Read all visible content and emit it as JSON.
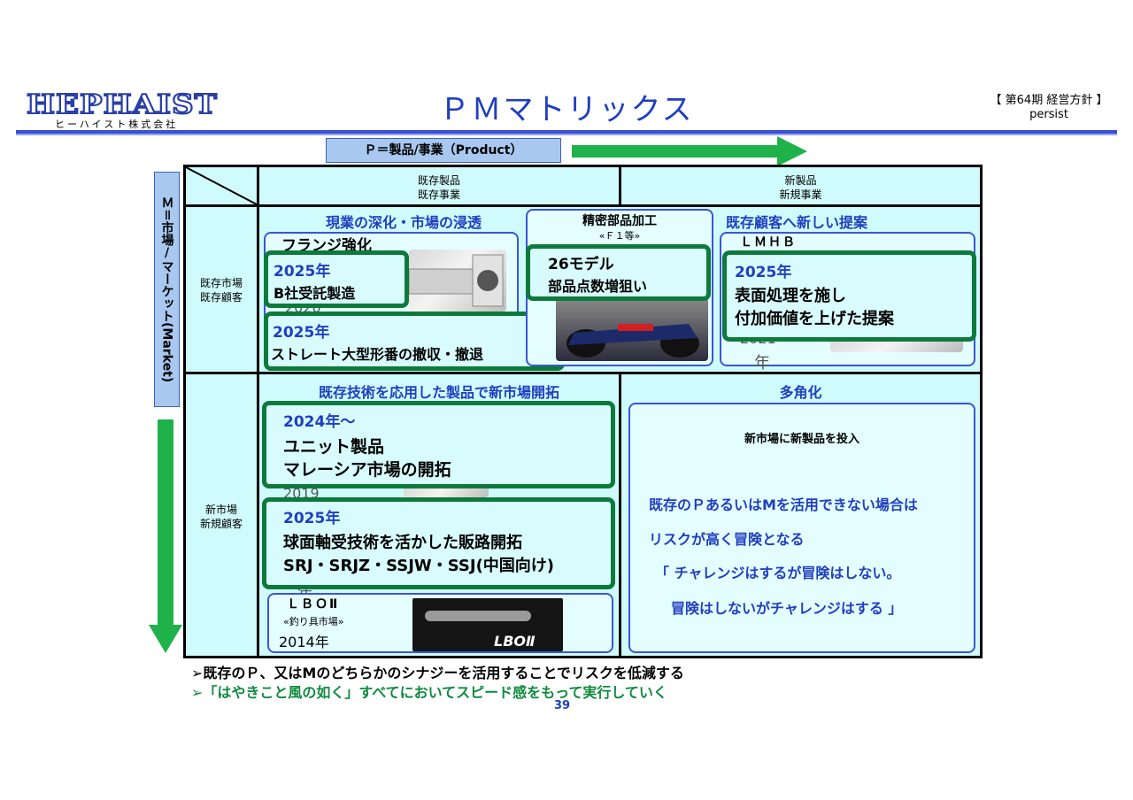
{
  "header": {
    "logo_text": "HEPHAIST",
    "logo_sub": "ヒーハイスト株式会社",
    "title": "ＰＭマトリックス",
    "term": "【 第64期 経営方針 】",
    "term_sub": "persist"
  },
  "axes": {
    "p_label": "Ｐ＝製品/事業（Product）",
    "m_label_jp": "Ｍ＝市場/マーケット",
    "m_label_en": "(Market)"
  },
  "matrix": {
    "col_existing": [
      "既存製品",
      "既存事業"
    ],
    "col_new": [
      "新製品",
      "新規事業"
    ],
    "row_existing": [
      "既存市場",
      "既存顧客"
    ],
    "row_new": [
      "新市場",
      "新規顧客"
    ],
    "q1": {
      "title": "現業の深化・市場の浸透",
      "flange": "フランジ強化",
      "g1_year": "2025年",
      "g1_text": "B社受託製造",
      "g1_behind": "2020",
      "g2_year": "2025年",
      "g2_text": "ストレート大型形番の撤収・撤退"
    },
    "q1b": {
      "title": "精密部品加工",
      "sub": "«Ｆ１等»",
      "g_line1": "26モデル",
      "g_line2": "部品点数増狙い"
    },
    "q2": {
      "title": "既存顧客へ新しい提案",
      "lmhb": "ＬＭＨＢ",
      "g_year": "2025年",
      "g_line1": "表面処理を施し",
      "g_line2": "付加価値を上げた提案",
      "behind_year": "2021",
      "behind_nen": "年"
    },
    "q3": {
      "title": "既存技術を応用した製品で新市場開拓",
      "g1_year": "2024年～",
      "g1_line1": "ユニット製品",
      "g1_line2": "マレーシア市場の開拓",
      "g1_behind": "2019",
      "g2_year": "2025年",
      "g2_line1": "球面軸受技術を活かした販路開拓",
      "g2_line2": "SRJ・SRJZ・SSJW・SSJ(中国向け)",
      "g2_behind": "年",
      "lbo": "ＬＢＯⅡ",
      "lbo_sub": "«釣り具市場»",
      "lbo_year": "2014年",
      "lbo_logo": "LBOⅡ"
    },
    "q4": {
      "title": "多角化",
      "heading": "新市場に新製品を投入",
      "line1": "既存のＰあるいはMを活用できない場合は",
      "line2": "リスクが高く冒険となる",
      "line3": "「 チャレンジはするが冒険はしない。",
      "line4": "冒険はしないがチャレンジはする 」"
    }
  },
  "footer": {
    "bullet1": "➢既存のＰ、又はMのどちらかのシナジーを活用することでリスクを低減する",
    "bullet2": "➢「はやきこと風の如く」すべてにおいてスピード感をもって実行していく",
    "page": "39"
  },
  "colors": {
    "title_blue": "#1f3fbf",
    "cell_bg": "#d0fbfd",
    "green_frame": "#0d7a3c",
    "arrow_green": "#1fb24a"
  }
}
